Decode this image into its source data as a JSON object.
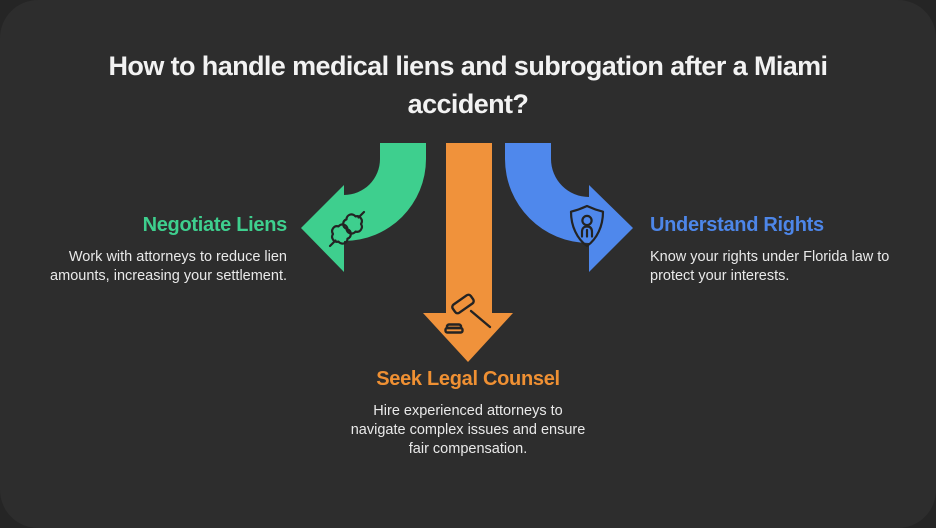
{
  "title": {
    "lines": [
      "How to handle medical liens and subrogation after a Miami",
      "accident?"
    ]
  },
  "steps": [
    {
      "id": "negotiate-liens",
      "title": "Negotiate Liens",
      "color": "#3ECF8E",
      "icon": "handshake-icon",
      "arrow": "curved-arrow-left",
      "description_lines": [
        "Work with attorneys to reduce lien",
        "amounts, increasing your settlement."
      ]
    },
    {
      "id": "seek-legal-counsel",
      "title": "Seek Legal Counsel",
      "color": "#F0923B",
      "icon": "gavel-icon",
      "arrow": "straight-arrow-down",
      "description_lines": [
        "Hire experienced attorneys to",
        "navigate complex issues and ensure",
        "fair compensation."
      ]
    },
    {
      "id": "understand-rights",
      "title": "Understand Rights",
      "color": "#4F88EC",
      "icon": "shield-person-icon",
      "arrow": "curved-arrow-right",
      "description_lines": [
        "Know your rights under Florida law to",
        "protect your interests."
      ]
    }
  ],
  "colors": {
    "page_background": "#252525",
    "card_background": "#2D2D2D",
    "title_text": "#F2F2F2",
    "body_text": "#E9E9E9",
    "green": "#3ECF8E",
    "orange": "#F0923B",
    "blue": "#4F88EC",
    "icon_stroke": "#232323"
  }
}
